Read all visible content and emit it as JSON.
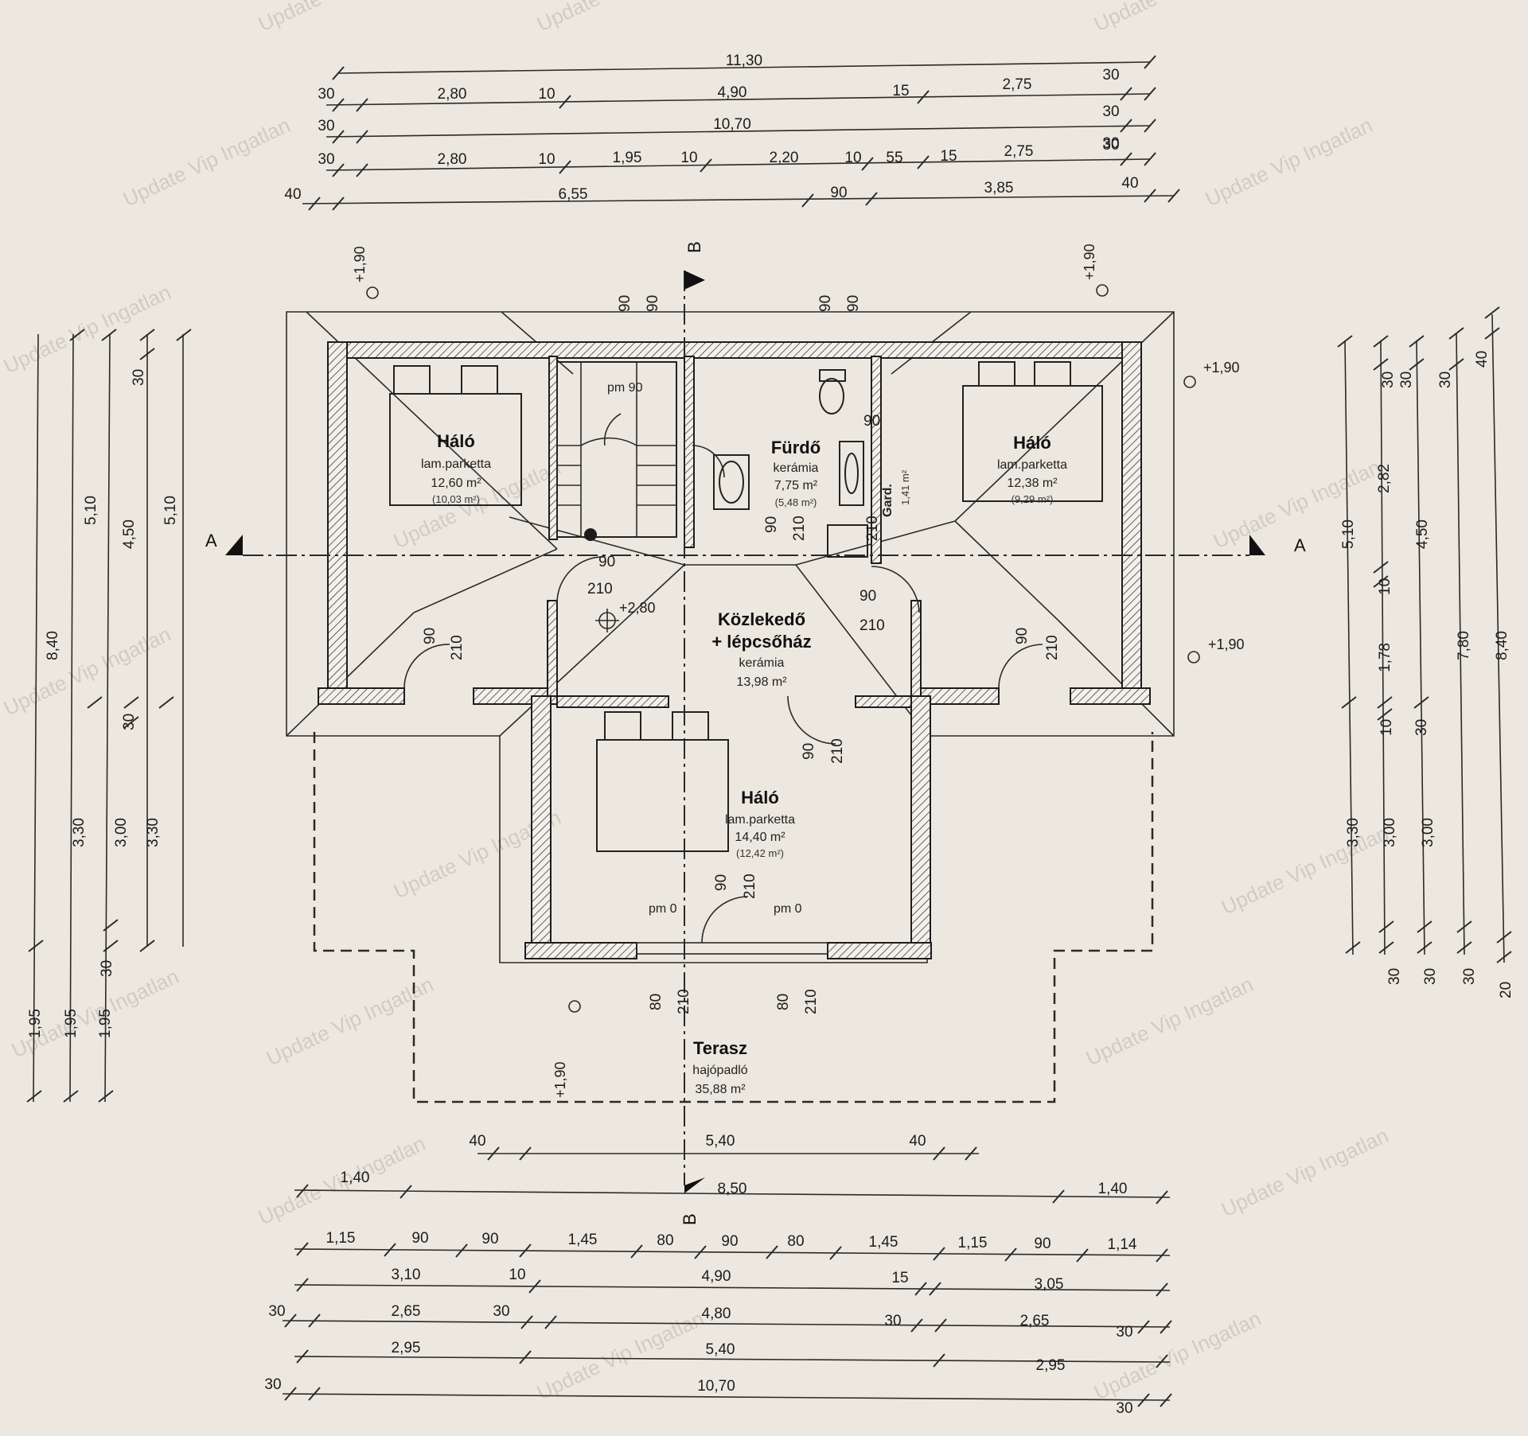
{
  "watermark": "Update Vip Ingatlan",
  "rooms": {
    "halo_left": {
      "name": "Háló",
      "floor": "lam.parketta",
      "area": "12,60 m²",
      "area2": "(10,03 m²)"
    },
    "furdo": {
      "name": "Fürdő",
      "floor": "kerámia",
      "area": "7,75 m²",
      "area2": "(5,48 m²)"
    },
    "gard": {
      "name": "Gard.",
      "area": "1,41 m²"
    },
    "halo_right": {
      "name": "Háló",
      "floor": "lam.parketta",
      "area": "12,38 m²",
      "area2": "(9,29 m²)"
    },
    "kozlekedo": {
      "name": "Közlekedő",
      "name2": "+ lépcsőház",
      "floor": "kerámia",
      "area": "13,98 m²"
    },
    "halo_bottom": {
      "name": "Háló",
      "floor": "lam.parketta",
      "area": "14,40 m²",
      "area2": "(12,42 m²)"
    },
    "terasz": {
      "name": "Terasz",
      "floor": "hajópadló",
      "area": "35,88 m²"
    }
  },
  "levels": {
    "top_left": "+1,90",
    "top_right": "+1,90",
    "right_upper": "+1,90",
    "right_lower": "+1,90",
    "center": "+2,80",
    "terrace": "+1,90",
    "pm_stair": "pm 90",
    "pm_left": "pm 0",
    "pm_right": "pm 0"
  },
  "section_marks": {
    "a": "A",
    "b": "B"
  },
  "top_dims": {
    "row1": [
      "11,30",
      "30"
    ],
    "row2": [
      "30",
      "2,80",
      "10",
      "4,90",
      "15",
      "2,75",
      "30"
    ],
    "row3": [
      "30",
      "10,70",
      "30"
    ],
    "row4": [
      "30",
      "2,80",
      "10",
      "1,95",
      "10",
      "2,20",
      "10",
      "55",
      "15",
      "2,75",
      "30"
    ],
    "row5": [
      "40",
      "6,55",
      "90",
      "3,85",
      "40"
    ]
  },
  "bottom_dims": {
    "row1": [
      "40",
      "5,40",
      "40"
    ],
    "row2": [
      "1,40",
      "8,50",
      "1,40"
    ],
    "row3": [
      "1,15",
      "90",
      "90",
      "1,45",
      "80",
      "90",
      "80",
      "1,45",
      "1,15",
      "90",
      "1,14"
    ],
    "row4": [
      "3,10",
      "10",
      "4,90",
      "15",
      "3,05"
    ],
    "row5": [
      "30",
      "2,65",
      "30",
      "4,80",
      "30",
      "2,65",
      "30"
    ],
    "row6": [
      "2,95",
      "5,40",
      "2,95"
    ],
    "row7": [
      "30",
      "10,70",
      "30"
    ]
  },
  "left_dims": {
    "col1": [
      "8,40",
      "1,95"
    ],
    "col2": [
      "5,10",
      "3,30",
      "1,95"
    ],
    "col3": [
      "30",
      "4,50",
      "30",
      "3,00",
      "30",
      "1,95"
    ],
    "col4": [
      "5,10",
      "3,30"
    ]
  },
  "right_dims": {
    "col1": [
      "5,10",
      "3,30"
    ],
    "col2": [
      "30",
      "2,82",
      "10",
      "1,78",
      "10",
      "3,00",
      "30"
    ],
    "col3": [
      "30",
      "4,50",
      "30",
      "3,00",
      "30"
    ],
    "col4": [
      "30",
      "7,80",
      "30"
    ],
    "col5": [
      "40",
      "8,40",
      "20"
    ]
  },
  "door_dims": {
    "stair_top_a": "90",
    "stair_top_b": "90",
    "bath_top_a": "90",
    "bath_top_b": "90",
    "d90a": "90",
    "d210a": "210",
    "d90b": "90",
    "d210b": "210",
    "d90c": "90",
    "d210c": "210",
    "d90d": "90",
    "d210d": "210",
    "d90e": "90",
    "d210e": "210",
    "d90f": "90",
    "d210f": "210",
    "d90g": "90",
    "d210g": "210",
    "bath90": "90",
    "bath210": "210",
    "t80a": "80",
    "t210a": "210",
    "t80b": "80",
    "t210b": "210"
  }
}
